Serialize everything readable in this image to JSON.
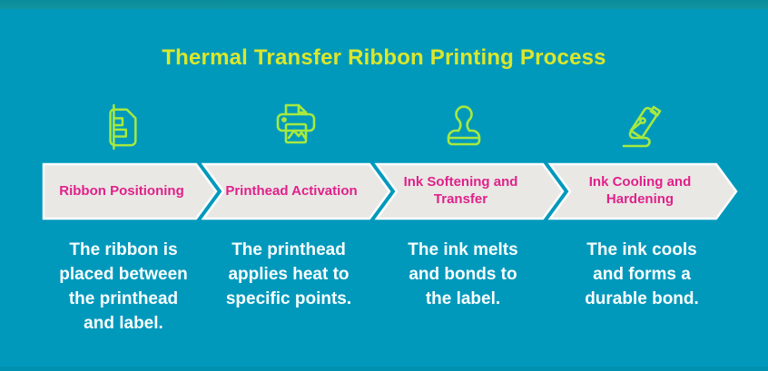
{
  "title": "Thermal Transfer Ribbon Printing Process",
  "colors": {
    "background": "#0099BC",
    "top_strip": "#0E93A0",
    "bottom_strip": "#0090B0",
    "title_text": "#DCE72B",
    "icon_stroke": "#A6E93F",
    "arrow_fill": "#E9E8E5",
    "arrow_border": "#FFFFFF",
    "step_label_text": "#E0218A",
    "description_text": "#FFFFFF"
  },
  "steps": [
    {
      "icon": "ribbon-label-icon",
      "label": "Ribbon Positioning",
      "description": "The ribbon is\nplaced between\nthe printhead\nand label."
    },
    {
      "icon": "printer-icon",
      "label": "Printhead Activation",
      "description": "The printhead\napplies heat to\nspecific points."
    },
    {
      "icon": "stamp-icon",
      "label": "Ink Softening and\nTransfer",
      "description": "The ink melts\nand bonds to\nthe label."
    },
    {
      "icon": "pen-icon",
      "label": "Ink Cooling and\nHardening",
      "description": "The ink cools\nand forms a\ndurable bond."
    }
  ]
}
